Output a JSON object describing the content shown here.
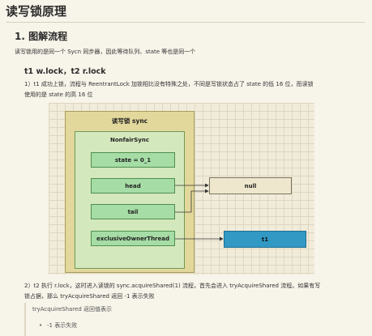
{
  "title": "读写锁原理",
  "section": {
    "heading": "1. 图解流程",
    "intro": "读写锁用的是同一个 Sycn 同步器，因此等待队列、state 等也是同一个"
  },
  "step1": {
    "heading": "t1 w.lock，t2 r.lock",
    "line1": "1）t1 成功上锁，流程与 ReentrantLock 加锁相比没有特殊之处，不同是写锁状态占了 state 的低 16 位，而读锁",
    "line2": "使用的是 state 的高 16 位"
  },
  "diagram": {
    "outer_label": "读写锁 sync",
    "inner_label": "NonfairSync",
    "fields": [
      "state = 0_1",
      "head",
      "tail",
      "exclusiveOwnerThread"
    ],
    "null_label": "null",
    "thread_label": "t1"
  },
  "step2": {
    "line1": "2）t2 执行 r.lock，这时进入读锁的 sync.acquireShared(1) 流程，首先会进入 tryAcquireShared 流程。如果有写",
    "line2": "锁占据，那么 tryAcquireShared 返回 -1 表示失败"
  },
  "note": {
    "title": "tryAcquireShared 返回值表示",
    "item1": "-1 表示失败"
  },
  "colors": {
    "page_bg": "#f7f4ea",
    "outer_box": "#e3d89c",
    "inner_box": "#d4e8bd",
    "field_box": "#a6dca5",
    "null_box": "#efe7cd",
    "thread_box": "#3199c4"
  }
}
